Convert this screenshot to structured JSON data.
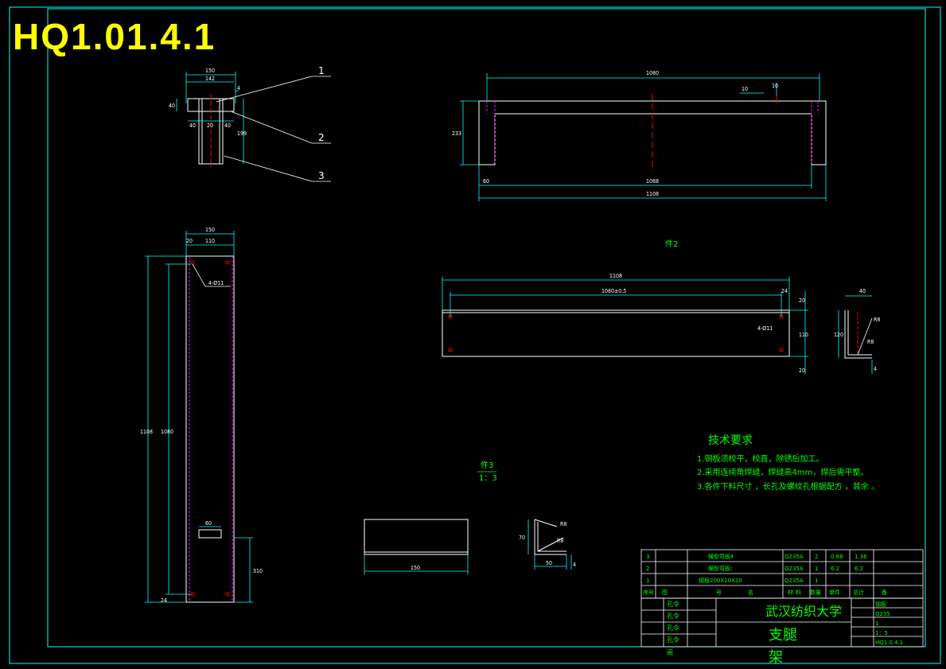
{
  "drawing_number_title": "HQ1.01.4.1",
  "balloons": [
    "1",
    "2",
    "3"
  ],
  "top_view": {
    "dims": [
      "150",
      "142",
      "4",
      "40",
      "40",
      "20",
      "40",
      "199"
    ]
  },
  "front_view": {
    "dims": [
      "1080",
      "10",
      "10",
      "233",
      "60",
      "1088",
      "1108"
    ]
  },
  "side_view": {
    "dims": [
      "150",
      "20",
      "110",
      "4-Ø11",
      "1108",
      "1080",
      "60",
      "310",
      "24"
    ]
  },
  "part2": {
    "label": "件2",
    "dims": [
      "1108",
      "1080±0.5",
      "24",
      "20",
      "4-Ø11",
      "110",
      "20",
      "40",
      "120",
      "R8",
      "R8",
      "4"
    ]
  },
  "part3": {
    "label": "件3",
    "scale": "1：3",
    "dims": [
      "150",
      "70",
      "R8",
      "R8",
      "50",
      "4"
    ]
  },
  "tech_requirements": {
    "title": "技术要求",
    "items": [
      "1.钢板须校平，校直，除锈后加工。",
      "2.采用连续角焊缝，焊缝高4mm，焊后需平整。",
      "3.各件下料尺寸        ，长孔及螺纹孔根据配方        ，其余        。"
    ]
  },
  "bom": {
    "rows": [
      {
        "no": "3",
        "name": "横型弯板Ⅱ",
        "material": "Q235A",
        "qty": "2",
        "unit_w": "0.68",
        "total_w": "1.36"
      },
      {
        "no": "2",
        "name": "横型弯板Ⅰ",
        "material": "Q235A",
        "qty": "1",
        "unit_w": "6.2",
        "total_w": "6.2"
      },
      {
        "no": "1",
        "name": "钢板200X10X10",
        "material": "Q235A",
        "qty": "1",
        "unit_w": "",
        "total_w": ""
      }
    ],
    "header": [
      "序号",
      "图",
      "号",
      "名",
      "材",
      "料",
      "数量",
      "单件",
      "总计",
      "备"
    ]
  },
  "title_block": {
    "school": "武汉纺织大学",
    "part_name": "支腿架",
    "left_labels": [
      "孔令",
      "孔令",
      "孔令",
      "孔令",
      "阅"
    ],
    "right_values": [
      "钢板",
      "Q235",
      "1",
      "1：5",
      "HQ1.0.4.1"
    ]
  }
}
